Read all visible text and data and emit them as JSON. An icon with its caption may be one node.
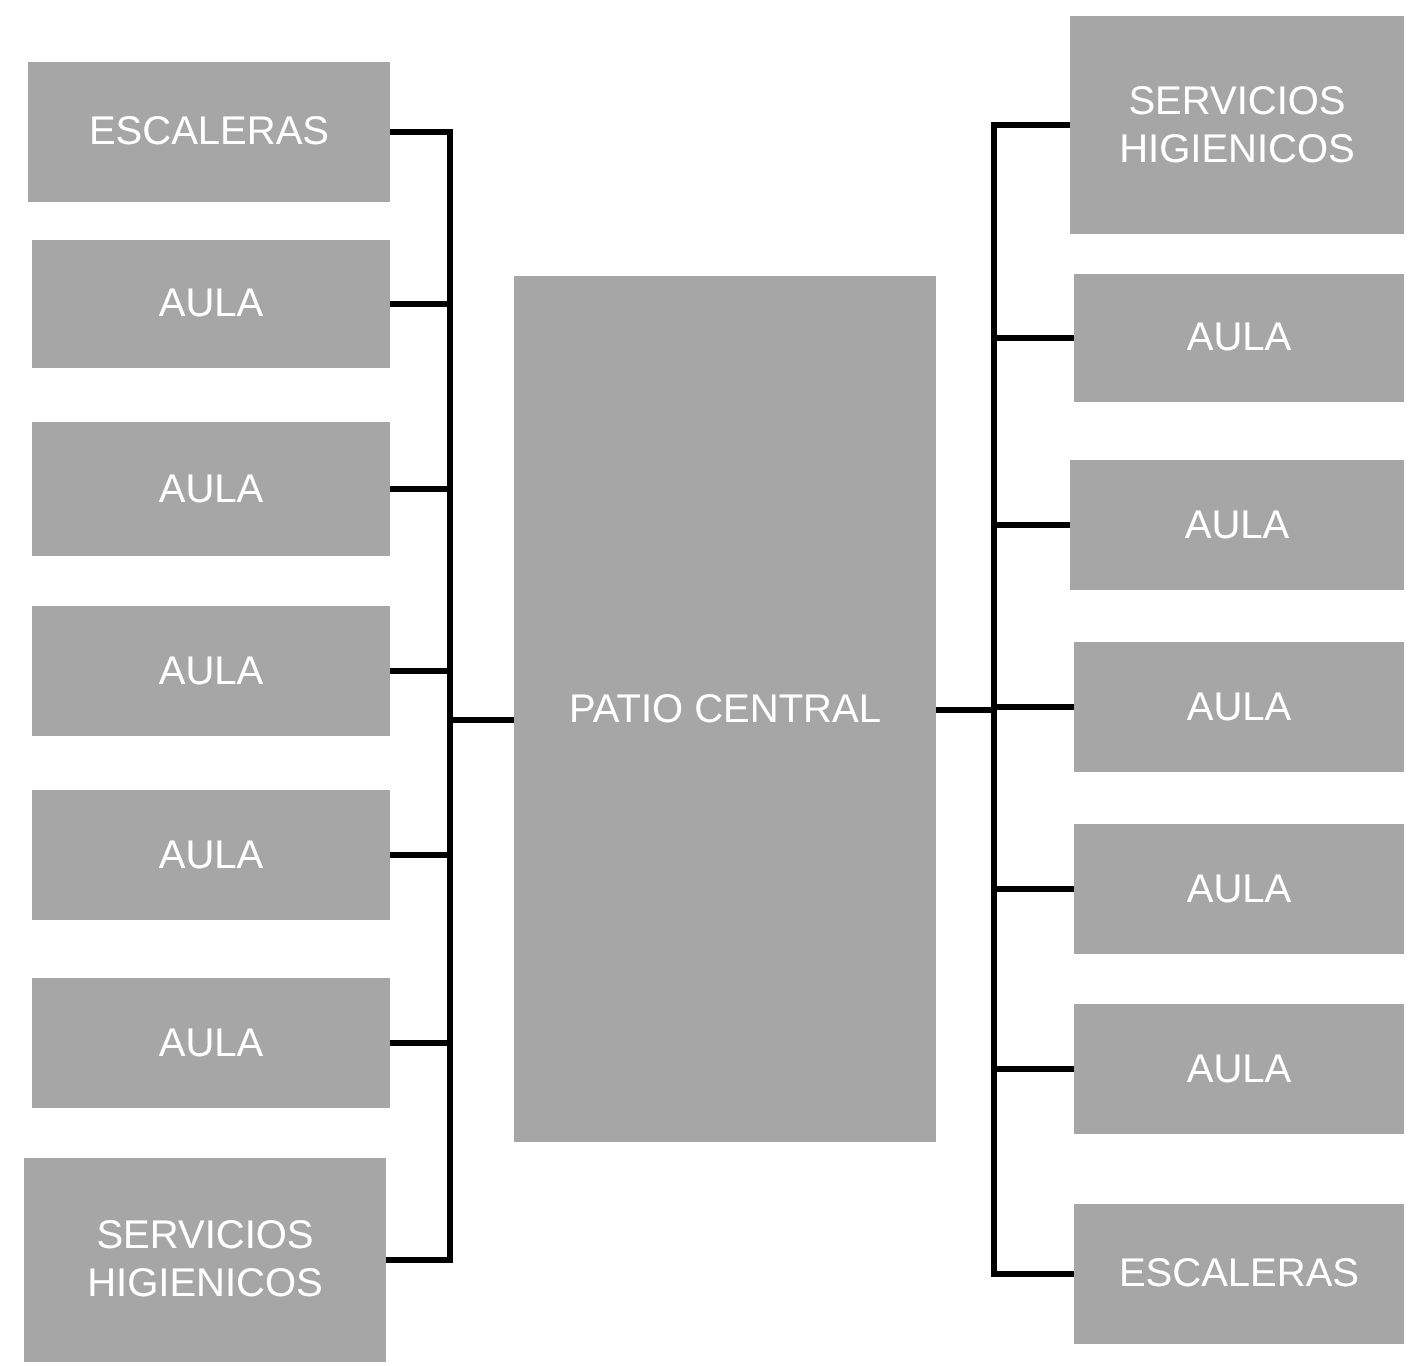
{
  "diagram": {
    "nodes": [
      {
        "text": [
          "ESCALERAS"
        ]
      },
      {
        "text": [
          "AULA"
        ]
      },
      {
        "text": [
          "AULA"
        ]
      },
      {
        "text": [
          "AULA"
        ]
      },
      {
        "text": [
          "AULA"
        ]
      },
      {
        "text": [
          "AULA"
        ]
      },
      {
        "text": [
          "SERVICIOS HIGIENICOS"
        ]
      },
      {
        "text": [
          "PATIO CENTRAL"
        ]
      },
      {
        "text": [
          "SERVICIOS HIGIENICOS"
        ]
      },
      {
        "text": [
          "AULA"
        ]
      },
      {
        "text": [
          "AULA"
        ]
      },
      {
        "text": [
          "AULA"
        ]
      },
      {
        "text": [
          "AULA"
        ]
      },
      {
        "text": [
          "AULA"
        ]
      },
      {
        "text": [
          "ESCALERAS"
        ]
      }
    ],
    "edges": [
      {
        "from": 0,
        "to": 7,
        "arrow": "none"
      },
      {
        "from": 1,
        "to": 7,
        "arrow": "none"
      },
      {
        "from": 2,
        "to": 7,
        "arrow": "none"
      },
      {
        "from": 3,
        "to": 7,
        "arrow": "none"
      },
      {
        "from": 4,
        "to": 7,
        "arrow": "none"
      },
      {
        "from": 5,
        "to": 7,
        "arrow": "none"
      },
      {
        "from": 6,
        "to": 7,
        "arrow": "none"
      },
      {
        "from": 7,
        "to": 8,
        "arrow": "none"
      },
      {
        "from": 7,
        "to": 9,
        "arrow": "none"
      },
      {
        "from": 7,
        "to": 10,
        "arrow": "none"
      },
      {
        "from": 7,
        "to": 11,
        "arrow": "none"
      },
      {
        "from": 7,
        "to": 12,
        "arrow": "none"
      },
      {
        "from": 7,
        "to": 13,
        "arrow": "none"
      },
      {
        "from": 7,
        "to": 14,
        "arrow": "none"
      }
    ]
  }
}
